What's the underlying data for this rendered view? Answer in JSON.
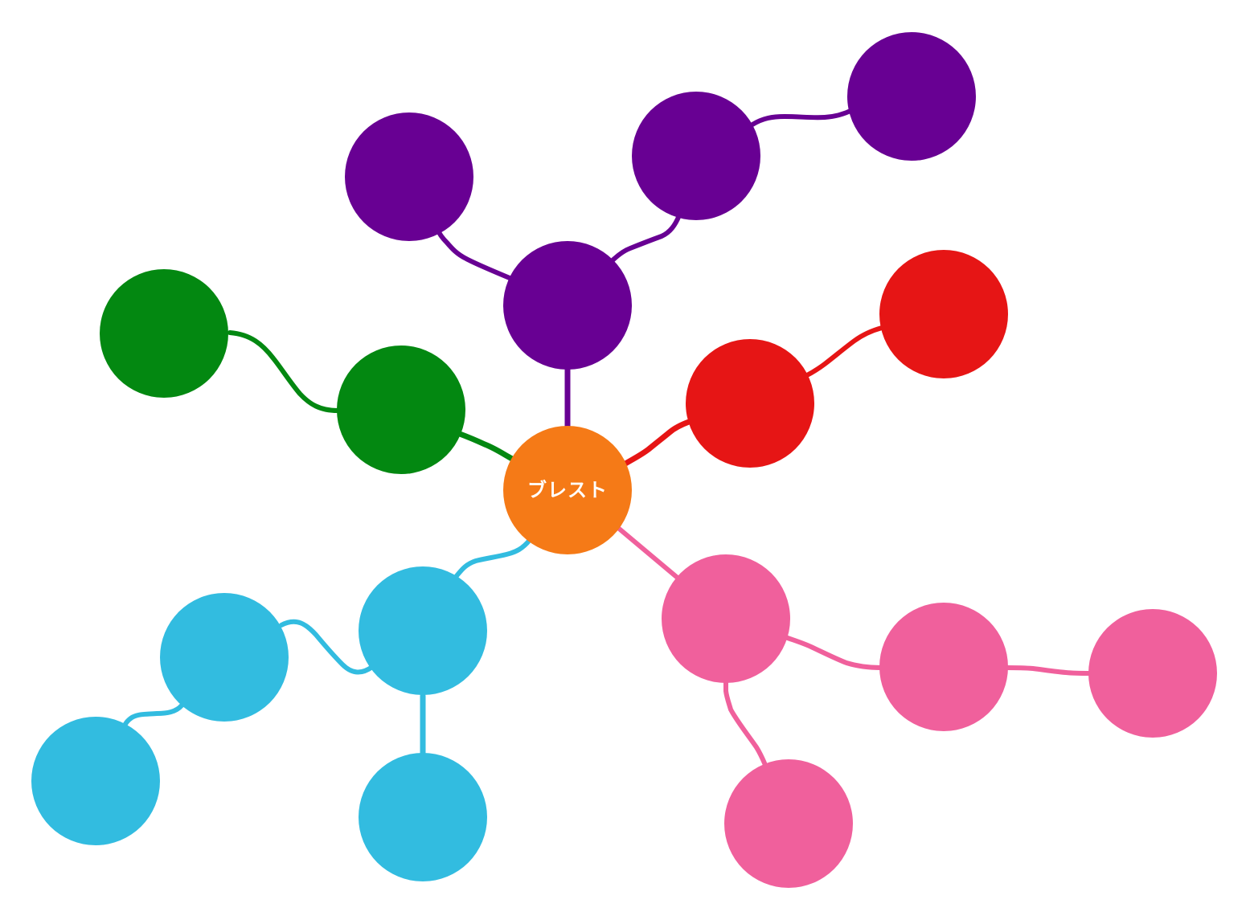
{
  "mindmap": {
    "center": {
      "label": "ブレスト",
      "color": "#F57A17"
    },
    "branch_colors": {
      "purple": "#680093",
      "red": "#E61515",
      "green": "#038811",
      "cyan": "#32BCE0",
      "pink": "#F0609C"
    },
    "nodes": [
      {
        "id": "purple-1",
        "branch": "purple",
        "label": ""
      },
      {
        "id": "purple-2",
        "branch": "purple",
        "label": ""
      },
      {
        "id": "purple-3",
        "branch": "purple",
        "label": ""
      },
      {
        "id": "purple-4",
        "branch": "purple",
        "label": ""
      },
      {
        "id": "red-1",
        "branch": "red",
        "label": ""
      },
      {
        "id": "red-2",
        "branch": "red",
        "label": ""
      },
      {
        "id": "green-1",
        "branch": "green",
        "label": ""
      },
      {
        "id": "green-2",
        "branch": "green",
        "label": ""
      },
      {
        "id": "cyan-1",
        "branch": "cyan",
        "label": ""
      },
      {
        "id": "cyan-2",
        "branch": "cyan",
        "label": ""
      },
      {
        "id": "cyan-3",
        "branch": "cyan",
        "label": ""
      },
      {
        "id": "cyan-4",
        "branch": "cyan",
        "label": ""
      },
      {
        "id": "pink-1",
        "branch": "pink",
        "label": ""
      },
      {
        "id": "pink-2",
        "branch": "pink",
        "label": ""
      },
      {
        "id": "pink-3",
        "branch": "pink",
        "label": ""
      },
      {
        "id": "pink-4",
        "branch": "pink",
        "label": ""
      }
    ]
  }
}
